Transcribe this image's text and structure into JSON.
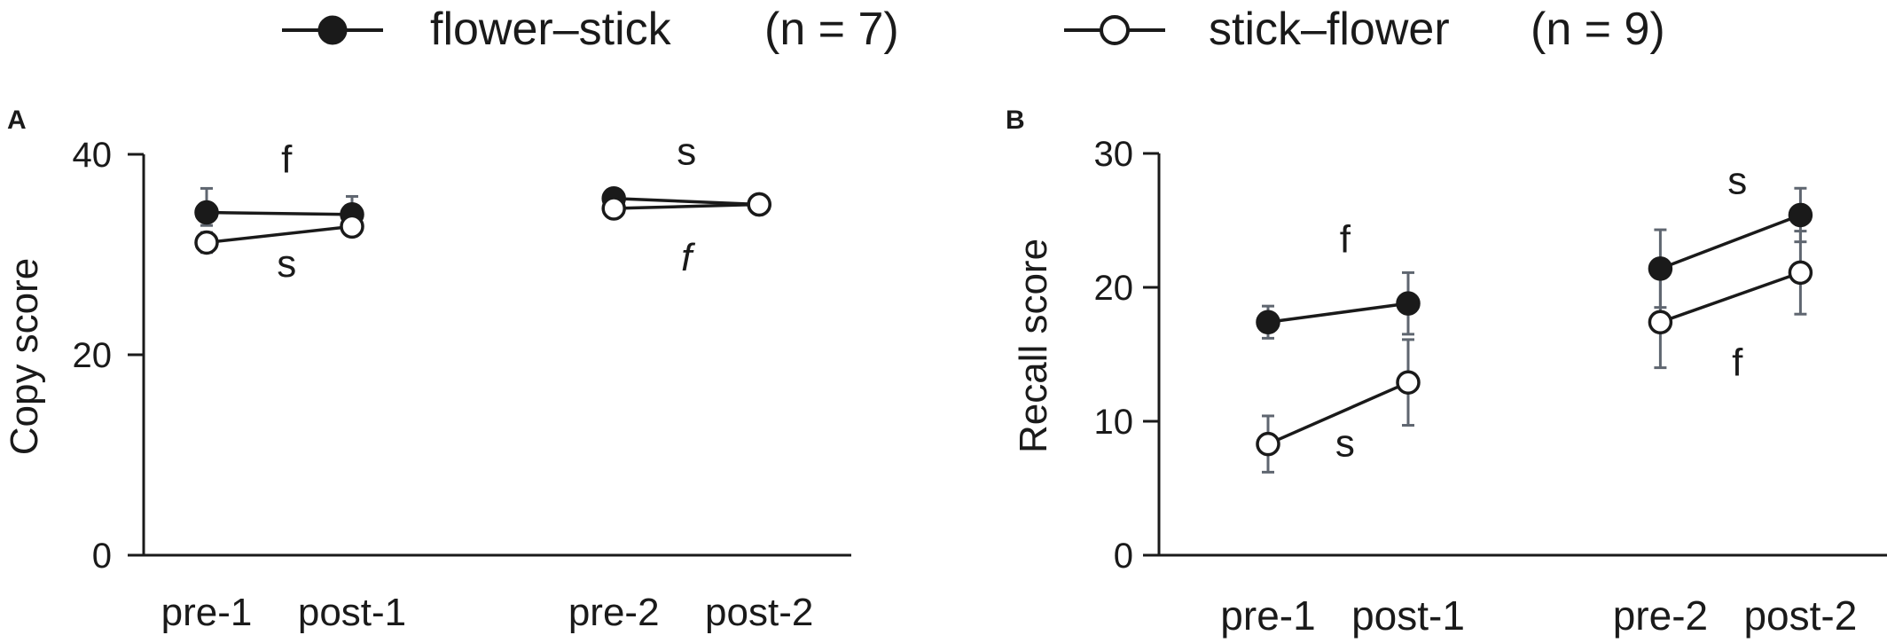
{
  "legend": [
    {
      "label": "flower–stick",
      "n": "(n = 7)",
      "marker": "filled"
    },
    {
      "label": "stick–flower",
      "n": "(n = 9)",
      "marker": "open"
    }
  ],
  "colors": {
    "line": "#1a1a1a",
    "errorbar": "#5f6670",
    "filled": "#1a1a1a",
    "open": "#ffffff"
  },
  "chart_data": [
    {
      "type": "line",
      "panel": "A",
      "ylabel": "Copy score",
      "xlabel": "",
      "ylim": [
        0,
        40
      ],
      "yticks": [
        0,
        20,
        40
      ],
      "categories": [
        "pre-1",
        "post-1",
        "pre-2",
        "post-2"
      ],
      "category_positions": [
        1,
        2,
        3.8,
        4.8
      ],
      "segments": [
        [
          0,
          1
        ],
        [
          2,
          3
        ]
      ],
      "series": [
        {
          "name": "flower–stick",
          "marker": "filled",
          "values": [
            34.2,
            34.0,
            35.6,
            35.0
          ],
          "err_low": [
            1.3,
            1.0,
            0.3,
            0.3
          ],
          "err_high": [
            2.4,
            1.8,
            0.3,
            0.3
          ]
        },
        {
          "name": "stick–flower",
          "marker": "open",
          "values": [
            31.2,
            32.8,
            34.6,
            35.0
          ],
          "err_low": [
            1.0,
            0.8,
            0.3,
            0.3
          ],
          "err_high": [
            1.0,
            0.8,
            0.3,
            0.3
          ]
        }
      ],
      "annotations": [
        {
          "text": "f",
          "x": 1.55,
          "y": 38.2,
          "italic": false
        },
        {
          "text": "s",
          "x": 1.55,
          "y": 27.8,
          "italic": false
        },
        {
          "text": "s",
          "x": 4.3,
          "y": 39.0,
          "italic": false
        },
        {
          "text": "f",
          "x": 4.3,
          "y": 28.4,
          "italic": true
        }
      ]
    },
    {
      "type": "line",
      "panel": "B",
      "ylabel": "Recall score",
      "xlabel": "",
      "ylim": [
        0,
        30
      ],
      "yticks": [
        0,
        10,
        20,
        30
      ],
      "categories": [
        "pre-1",
        "post-1",
        "pre-2",
        "post-2"
      ],
      "category_positions": [
        1,
        2,
        3.8,
        4.8
      ],
      "segments": [
        [
          0,
          1
        ],
        [
          2,
          3
        ]
      ],
      "series": [
        {
          "name": "flower–stick",
          "marker": "filled",
          "values": [
            17.4,
            18.8,
            21.4,
            25.4
          ],
          "err_low": [
            1.2,
            2.3,
            2.9,
            2.0
          ],
          "err_high": [
            1.2,
            2.3,
            2.9,
            2.0
          ]
        },
        {
          "name": "stick–flower",
          "marker": "open",
          "values": [
            8.3,
            12.9,
            17.4,
            21.1
          ],
          "err_low": [
            2.1,
            3.2,
            3.4,
            3.1
          ],
          "err_high": [
            2.1,
            3.2,
            3.4,
            3.1
          ]
        }
      ],
      "annotations": [
        {
          "text": "f",
          "x": 1.55,
          "y": 22.6,
          "italic": false
        },
        {
          "text": "s",
          "x": 1.55,
          "y": 7.4,
          "italic": false
        },
        {
          "text": "s",
          "x": 4.35,
          "y": 27.0,
          "italic": false
        },
        {
          "text": "f",
          "x": 4.35,
          "y": 13.4,
          "italic": false
        }
      ]
    }
  ]
}
